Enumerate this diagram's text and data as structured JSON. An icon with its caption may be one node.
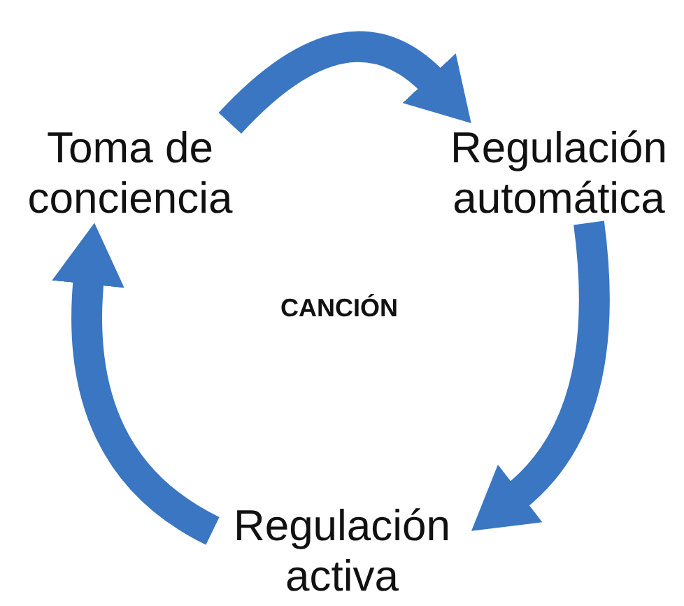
{
  "diagram": {
    "nodes": [
      {
        "text": [
          "Toma de conciencia"
        ]
      },
      {
        "text": [
          "Regulación automática"
        ]
      },
      {
        "text": [
          "Regulación activa"
        ]
      }
    ],
    "edges": [
      {
        "from": 0,
        "to": 1,
        "arrow": "to"
      },
      {
        "from": 1,
        "to": 2,
        "arrow": "to"
      },
      {
        "from": 2,
        "to": 0,
        "arrow": "to"
      }
    ],
    "labels": [
      "CANCIÓN"
    ]
  }
}
